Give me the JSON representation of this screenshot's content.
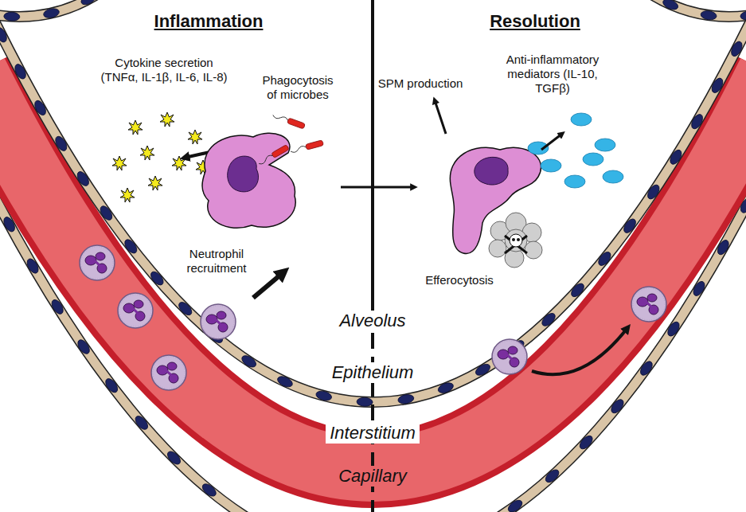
{
  "diagram": {
    "labels": [
      "Inflammation",
      "Resolution",
      "Cytokine secretion (TNFα, IL-1β, IL-6, IL-8)",
      "Phagocytosis of microbes",
      "Neutrophil recruitment",
      "SPM production",
      "Anti-inflammatory mediators (IL-10, TGFβ)",
      "Efferocytosis",
      "Alveolus",
      "Epithelium",
      "Interstitium",
      "Capillary"
    ]
  }
}
